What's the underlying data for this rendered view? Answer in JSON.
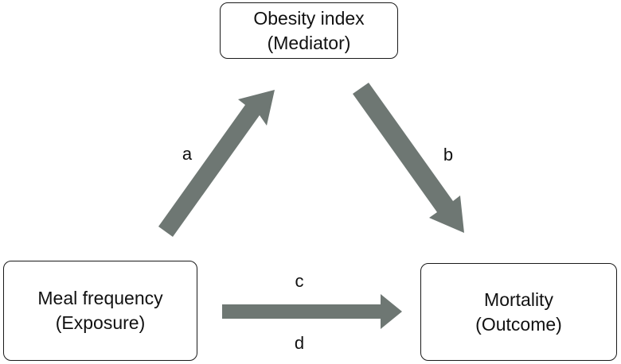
{
  "nodes": {
    "mediator": {
      "line1": "Obesity index",
      "line2": "(Mediator)"
    },
    "exposure": {
      "line1": "Meal frequency",
      "line2": "(Exposure)"
    },
    "outcome": {
      "line1": "Mortality",
      "line2": "(Outcome)"
    }
  },
  "paths": {
    "a": "a",
    "b": "b",
    "c": "c",
    "d": "d"
  },
  "colors": {
    "arrow": "#6e7773",
    "border": "#1a1a1a"
  }
}
